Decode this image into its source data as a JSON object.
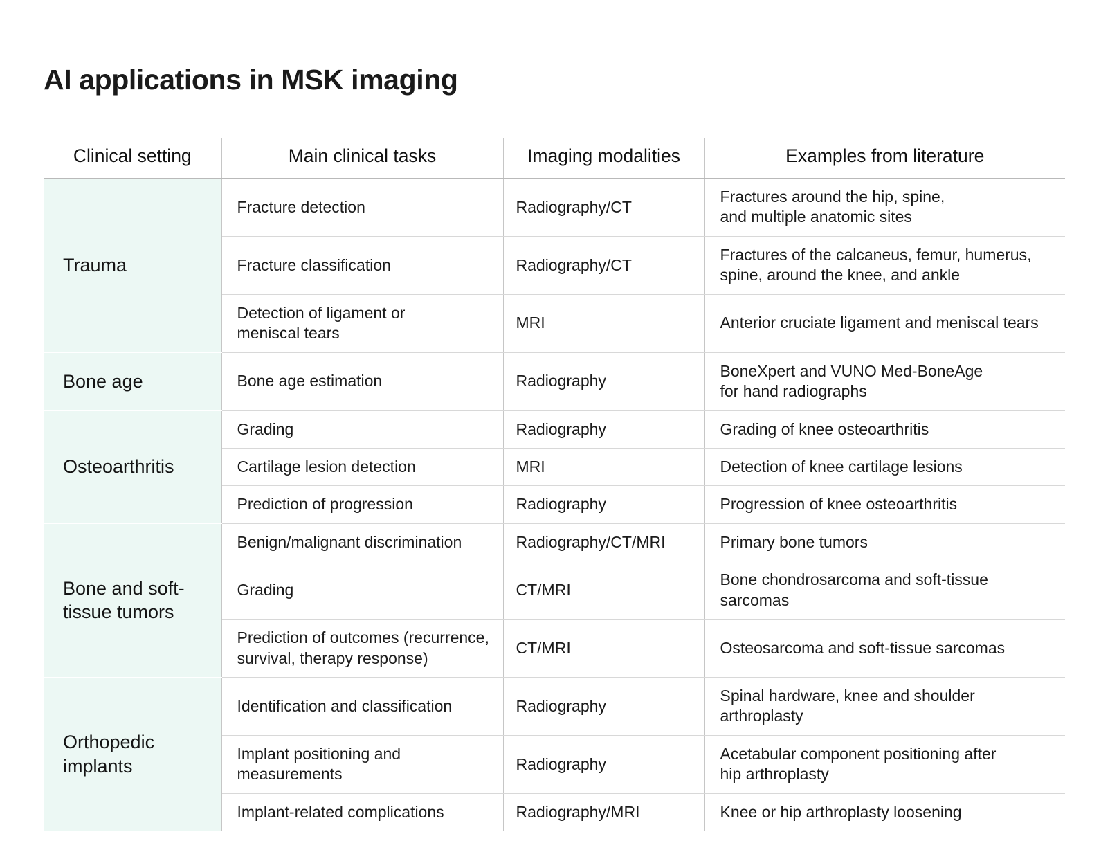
{
  "title": "AI applications in MSK imaging",
  "colors": {
    "setting_cell_bg": "#ecf8f4",
    "grid_line": "#d8d8d8",
    "section_line": "#b9b9b9",
    "text": "#1b1b1b"
  },
  "table": {
    "headers": {
      "clinical_setting": "Clinical setting",
      "main_clinical_tasks": "Main clinical tasks",
      "imaging_modalities": "Imaging modalities",
      "examples_from_literature": "Examples from literature"
    },
    "sections": [
      {
        "setting": "Trauma",
        "rows": [
          {
            "task": "Fracture detection",
            "modality": "Radiography/CT",
            "example_line1": "Fractures around the hip, spine,",
            "example_line2": "and multiple anatomic sites"
          },
          {
            "task": "Fracture classification",
            "modality": "Radiography/CT",
            "example_line1": "Fractures of the calcaneus, femur, humerus,",
            "example_line2": "spine, around the knee, and ankle"
          },
          {
            "task_line1": "Detection of ligament or",
            "task_line2": "meniscal tears",
            "modality": "MRI",
            "example_line1": "Anterior cruciate ligament and meniscal tears",
            "example_line2": ""
          }
        ]
      },
      {
        "setting": "Bone age",
        "rows": [
          {
            "task": "Bone age estimation",
            "modality": "Radiography",
            "example_line1": "BoneXpert and VUNO Med-BoneAge",
            "example_line2": "for hand radiographs"
          }
        ]
      },
      {
        "setting": "Osteoarthritis",
        "rows": [
          {
            "task": "Grading",
            "modality": "Radiography",
            "example_line1": "Grading of knee osteoarthritis",
            "example_line2": ""
          },
          {
            "task": "Cartilage lesion detection",
            "modality": "MRI",
            "example_line1": "Detection of knee cartilage lesions",
            "example_line2": ""
          },
          {
            "task": "Prediction of progression",
            "modality": "Radiography",
            "example_line1": "Progression of knee osteoarthritis",
            "example_line2": ""
          }
        ]
      },
      {
        "setting_line1": "Bone and soft-",
        "setting_line2": "tissue tumors",
        "rows": [
          {
            "task": "Benign/malignant discrimination",
            "modality": "Radiography/CT/MRI",
            "example_line1": "Primary bone tumors",
            "example_line2": ""
          },
          {
            "task": "Grading",
            "modality": "CT/MRI",
            "example_line1": "Bone chondrosarcoma and soft-tissue",
            "example_line2": "sarcomas"
          },
          {
            "task_line1": "Prediction of outcomes (recurrence,",
            "task_line2": "survival, therapy response)",
            "modality": "CT/MRI",
            "example_line1": "Osteosarcoma and soft-tissue sarcomas",
            "example_line2": ""
          }
        ]
      },
      {
        "setting_line1": "Orthopedic",
        "setting_line2": "implants",
        "rows": [
          {
            "task": "Identification and classification",
            "modality": "Radiography",
            "example_line1": "Spinal hardware, knee and shoulder",
            "example_line2": "arthroplasty"
          },
          {
            "task_line1": "Implant positioning and",
            "task_line2": "measurements",
            "modality": "Radiography",
            "example_line1": "Acetabular component positioning after",
            "example_line2": "hip arthroplasty"
          },
          {
            "task": "Implant-related complications",
            "modality": "Radiography/MRI",
            "example_line1": "Knee or hip arthroplasty loosening",
            "example_line2": ""
          }
        ]
      }
    ]
  }
}
